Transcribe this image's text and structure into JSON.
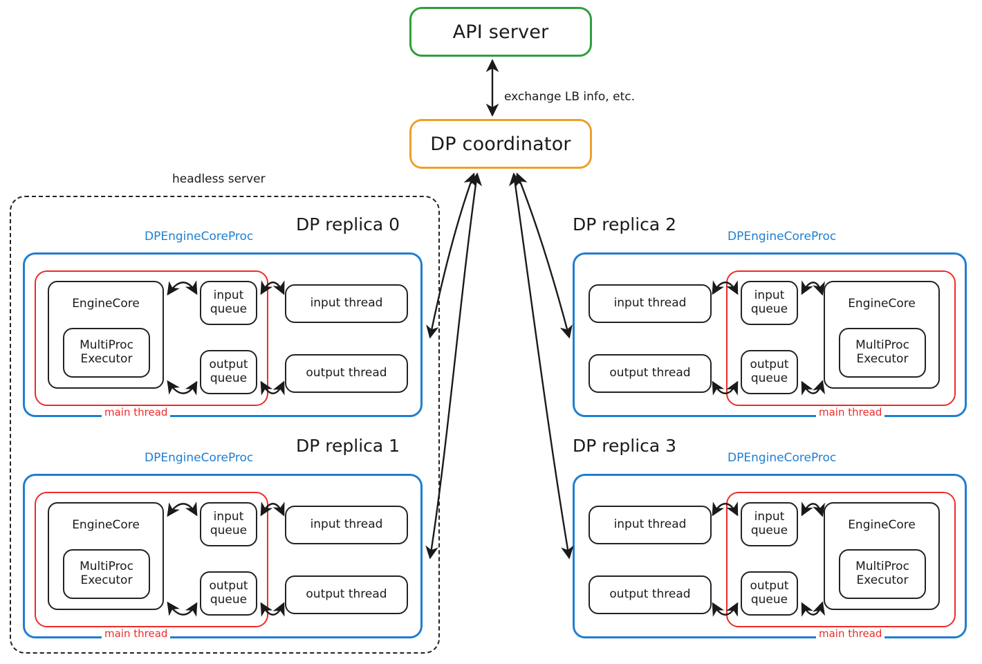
{
  "diagram": {
    "title_nodes": {
      "api_server": "API server",
      "dp_coordinator": "DP coordinator"
    },
    "edge_labels": {
      "coordinator_api": "exchange LB info, etc."
    },
    "headless_server_label": "headless server",
    "colors": {
      "api_server_border": "#2e9e3e",
      "coordinator_border": "#eda028",
      "process_border": "#1f7ed0",
      "main_thread_border": "#ed2b28",
      "node_border": "#222222",
      "headless_border": "#222222"
    },
    "proc_label": "DPEngineCoreProc",
    "main_thread_label": "main thread",
    "node_labels": {
      "engine_core": "EngineCore",
      "multiproc_executor_line1": "MultiProc",
      "multiproc_executor_line2": "Executor",
      "input_queue_line1": "input",
      "input_queue_line2": "queue",
      "output_queue_line1": "output",
      "output_queue_line2": "queue",
      "input_thread": "input thread",
      "output_thread": "output thread"
    },
    "replicas": [
      {
        "id": 0,
        "title": "DP replica 0",
        "orientation": "left",
        "inside_headless": true
      },
      {
        "id": 1,
        "title": "DP replica 1",
        "orientation": "left",
        "inside_headless": true
      },
      {
        "id": 2,
        "title": "DP replica 2",
        "orientation": "right",
        "inside_headless": false
      },
      {
        "id": 3,
        "title": "DP replica 3",
        "orientation": "right",
        "inside_headless": false
      }
    ]
  }
}
